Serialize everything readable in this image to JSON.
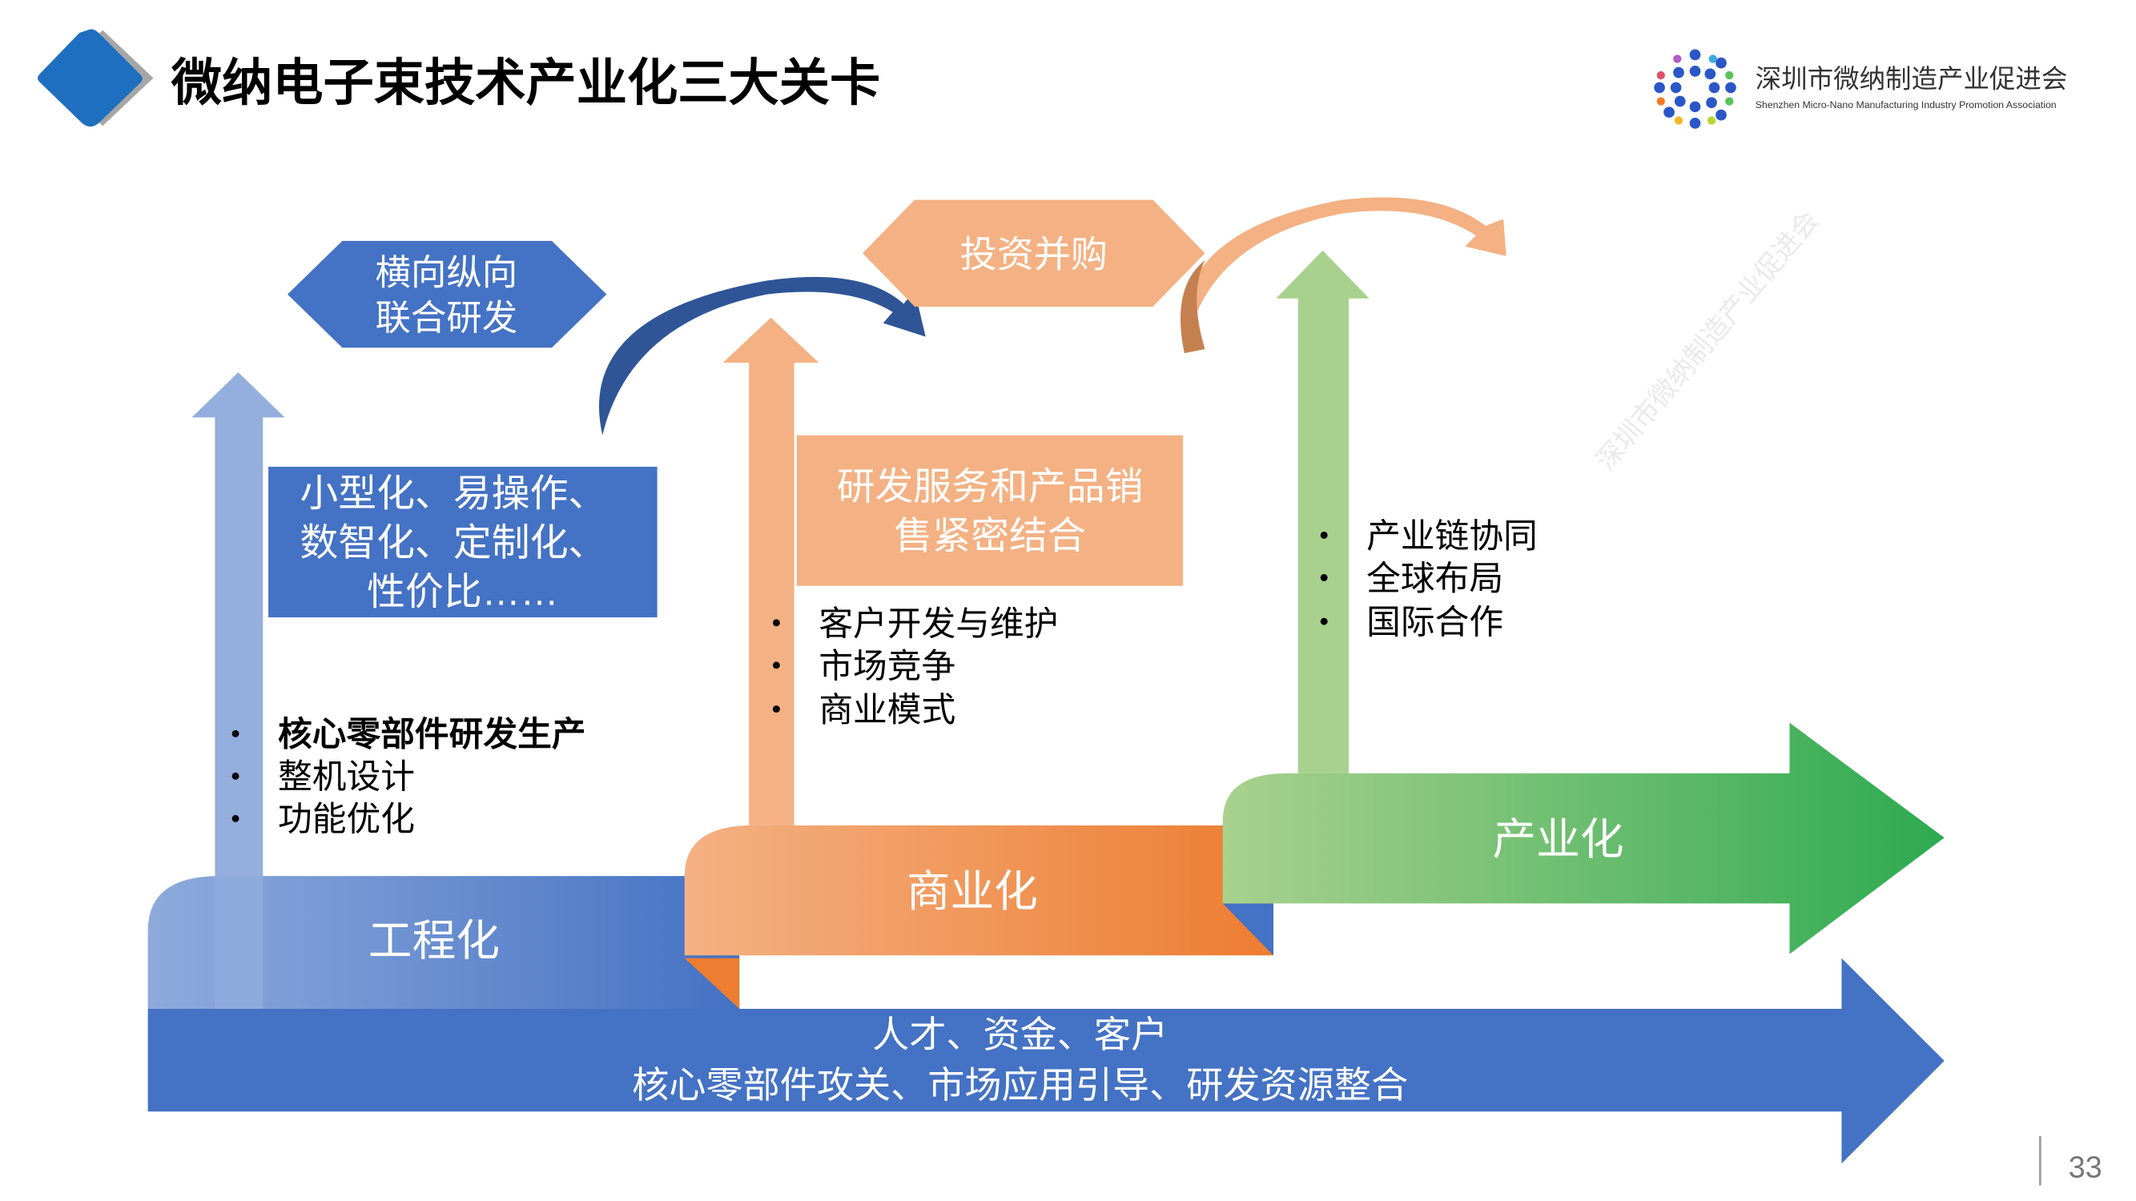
{
  "title": "微纳电子束技术产业化三大关卡",
  "logo": {
    "name_cn": "深圳市微纳制造产业促进会",
    "name_en": "Shenzhen Micro-Nano Manufacturing Industry Promotion Association"
  },
  "watermark": "深圳市微纳制造产业促进会",
  "stage1": {
    "label": "工程化",
    "hexagon": [
      "横向纵向",
      "联合研发"
    ],
    "box": [
      "小型化、易操作、",
      "数智化、定制化、",
      "性价比……"
    ],
    "bullets": [
      "核心零部件研发生产",
      "整机设计",
      "功能优化"
    ]
  },
  "stage2": {
    "label": "商业化",
    "hexagon": [
      "投资并购"
    ],
    "box": [
      "研发服务和产品销",
      "售紧密结合"
    ],
    "bullets": [
      "客户开发与维护",
      "市场竞争",
      "商业模式"
    ]
  },
  "stage3": {
    "label": "产业化",
    "bullets": [
      "产业链协同",
      "全球布局",
      "国际合作"
    ]
  },
  "foundation": [
    "人才、资金、客户",
    "核心零部件攻关、市场应用引导、研发资源整合"
  ],
  "page_number": "33",
  "colors": {
    "blue": "#4472c4",
    "light_blue": "#8eaadb",
    "orange": "#f4b183",
    "dark_orange": "#ed7d31",
    "green": "#a9d18e",
    "dark_green": "#2eaa50"
  }
}
